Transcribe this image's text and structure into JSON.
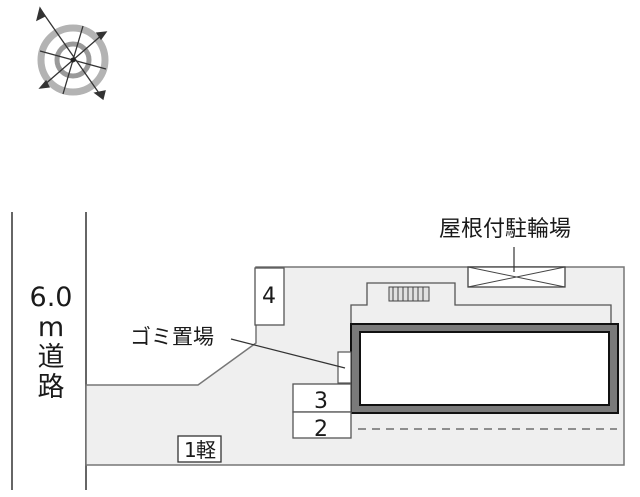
{
  "compass": {
    "icon": "compass-north-arrow-icon",
    "rotation_deg": -33
  },
  "road": {
    "width_label": "6.0",
    "unit_label": "m",
    "name_char_1": "道",
    "name_char_2": "路"
  },
  "labels": {
    "bicycle_parking": "屋根付駐輪場",
    "garbage_area": "ゴミ置場"
  },
  "parking_spaces": [
    {
      "number": "4"
    },
    {
      "number": "3"
    },
    {
      "number": "2"
    },
    {
      "number": "1",
      "type": "軽"
    }
  ],
  "colors": {
    "lot_fill": "#efefef",
    "outline": "#777777",
    "building_wall": "#7a7a7a",
    "building_outline": "#111111",
    "text": "#1a1a1a"
  }
}
